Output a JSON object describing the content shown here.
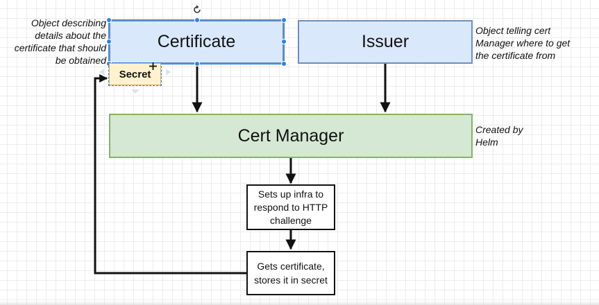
{
  "nodes": {
    "certificate": "Certificate",
    "issuer": "Issuer",
    "secret": "Secret",
    "cert_manager": "Cert Manager",
    "setup_infra": "Sets up infra to respond to HTTP challenge",
    "gets_certificate": "Gets certificate, stores it in secret"
  },
  "notes": {
    "certificate": "Object describing details about the certificate that should be obtained",
    "issuer": "Object telling cert Manager where to get the certificate from",
    "cert_manager": "Created by Helm"
  },
  "colors": {
    "blue_fill": "#dae8fc",
    "blue_border": "#6c8ebf",
    "green_fill": "#d5e8d4",
    "green_border": "#82b366",
    "yellow_fill": "#fff2cc",
    "yellow_border": "#d6b656",
    "selection": "#2f80ed"
  },
  "icons": {
    "rotate": "rotate-icon",
    "move": "move-cursor-icon"
  }
}
